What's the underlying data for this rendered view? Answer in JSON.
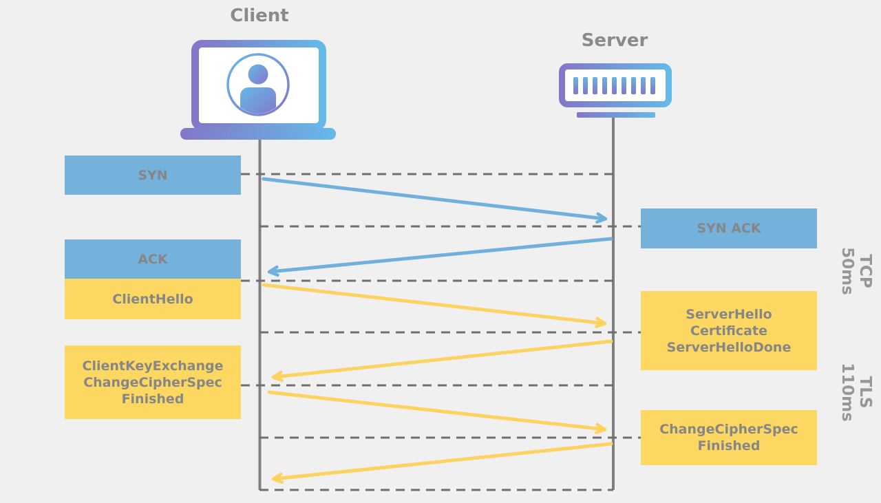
{
  "diagram": {
    "background_color": "#f0f0f1",
    "actors": {
      "client": {
        "label": "Client",
        "icon": "laptop-user-icon"
      },
      "server": {
        "label": "Server",
        "icon": "server-rack-icon"
      }
    },
    "colors": {
      "tcp_box_blue": "#74b2dc",
      "tls_box_yellow": "#fcd862",
      "text_gray": "#868686",
      "lifeline_gray": "#7f7f7f",
      "dashed_line_gray": "#6e6e6e",
      "icon_gradient_start": "#8377c8",
      "icon_gradient_end": "#65b9e8"
    },
    "client_messages": [
      {
        "id": "syn",
        "protocol": "tcp",
        "lines": [
          "SYN"
        ]
      },
      {
        "id": "ack",
        "protocol": "tcp",
        "lines": [
          "ACK"
        ]
      },
      {
        "id": "client_hello",
        "protocol": "tls",
        "lines": [
          "ClientHello"
        ]
      },
      {
        "id": "client_key_exchange",
        "protocol": "tls",
        "lines": [
          "ClientKeyExchange",
          "ChangeCipherSpec",
          "Finished"
        ]
      }
    ],
    "server_messages": [
      {
        "id": "syn_ack",
        "protocol": "tcp",
        "lines": [
          "SYN ACK"
        ]
      },
      {
        "id": "server_hello",
        "protocol": "tls",
        "lines": [
          "ServerHello",
          "Certificate",
          "ServerHelloDone"
        ]
      },
      {
        "id": "change_cipher_spec",
        "protocol": "tls",
        "lines": [
          "ChangeCipherSpec",
          "Finished"
        ]
      }
    ],
    "phases": [
      {
        "name": "TCP",
        "duration": "50ms"
      },
      {
        "name": "TLS",
        "duration": "110ms"
      }
    ]
  }
}
